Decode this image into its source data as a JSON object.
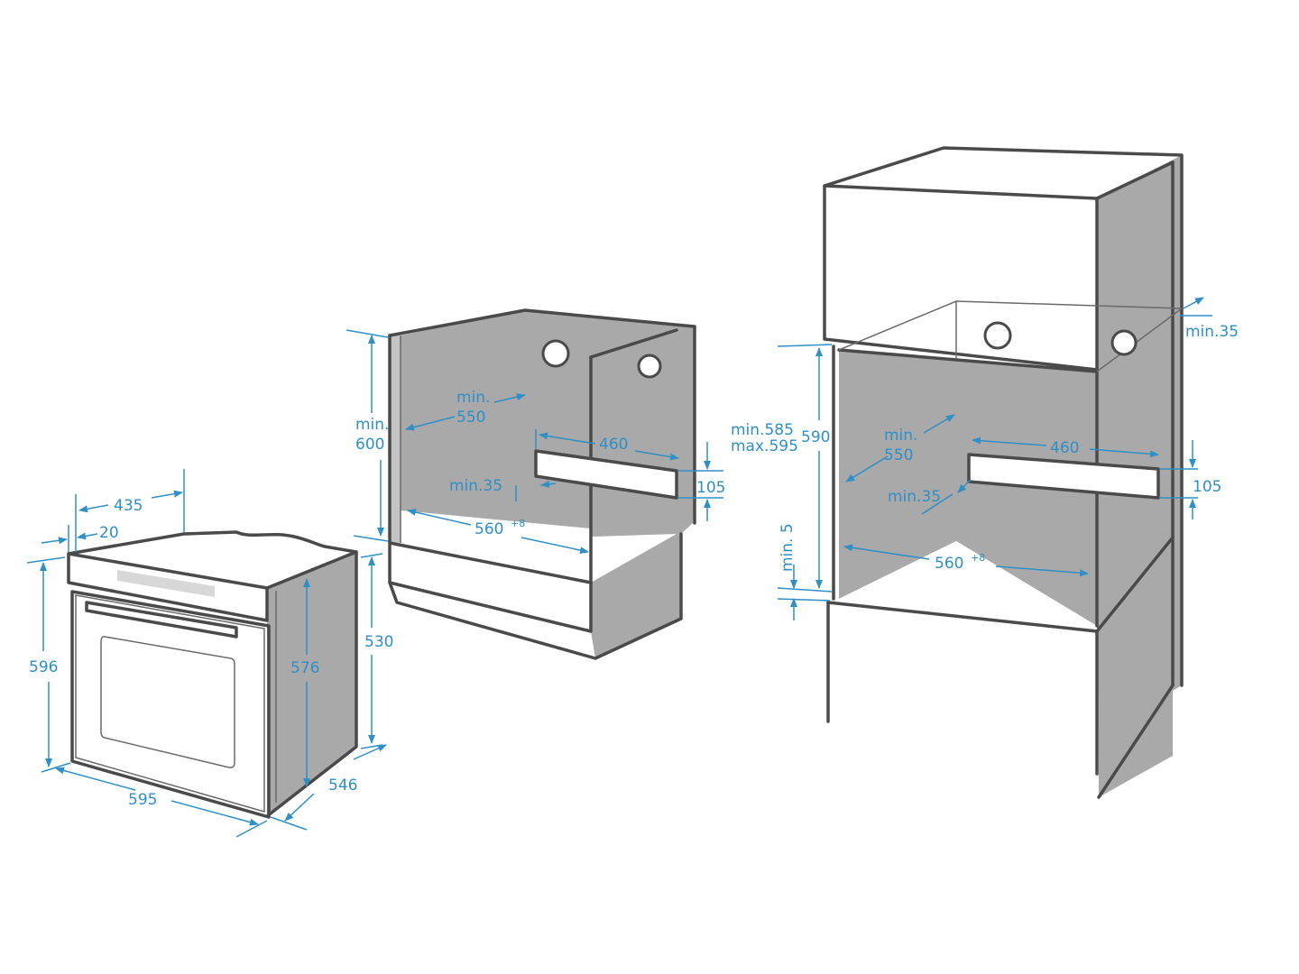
{
  "oven": {
    "labels": {
      "depth_435": "435",
      "offset_20": "20",
      "height_596": "596",
      "width_595": "595",
      "height_576": "576",
      "depth_546": "546",
      "height_530": "530"
    }
  },
  "under_counter": {
    "labels": {
      "min_600_a": "min.",
      "min_600_b": "600",
      "min_550_a": "min.",
      "min_550_b": "550",
      "width_460": "460",
      "min_35": "min.35",
      "height_105": "105",
      "width_560": "560",
      "tolerance": "+8"
    }
  },
  "tall_cabinet": {
    "labels": {
      "min_35_side": "min.35",
      "min_585": "min.585",
      "max_595": "max.595",
      "height_590": "590",
      "min_550_a": "min.",
      "min_550_b": "550",
      "width_460": "460",
      "height_105": "105",
      "min_35": "min.35",
      "min_5": "min. 5",
      "width_560": "560",
      "tolerance": "+8"
    }
  }
}
